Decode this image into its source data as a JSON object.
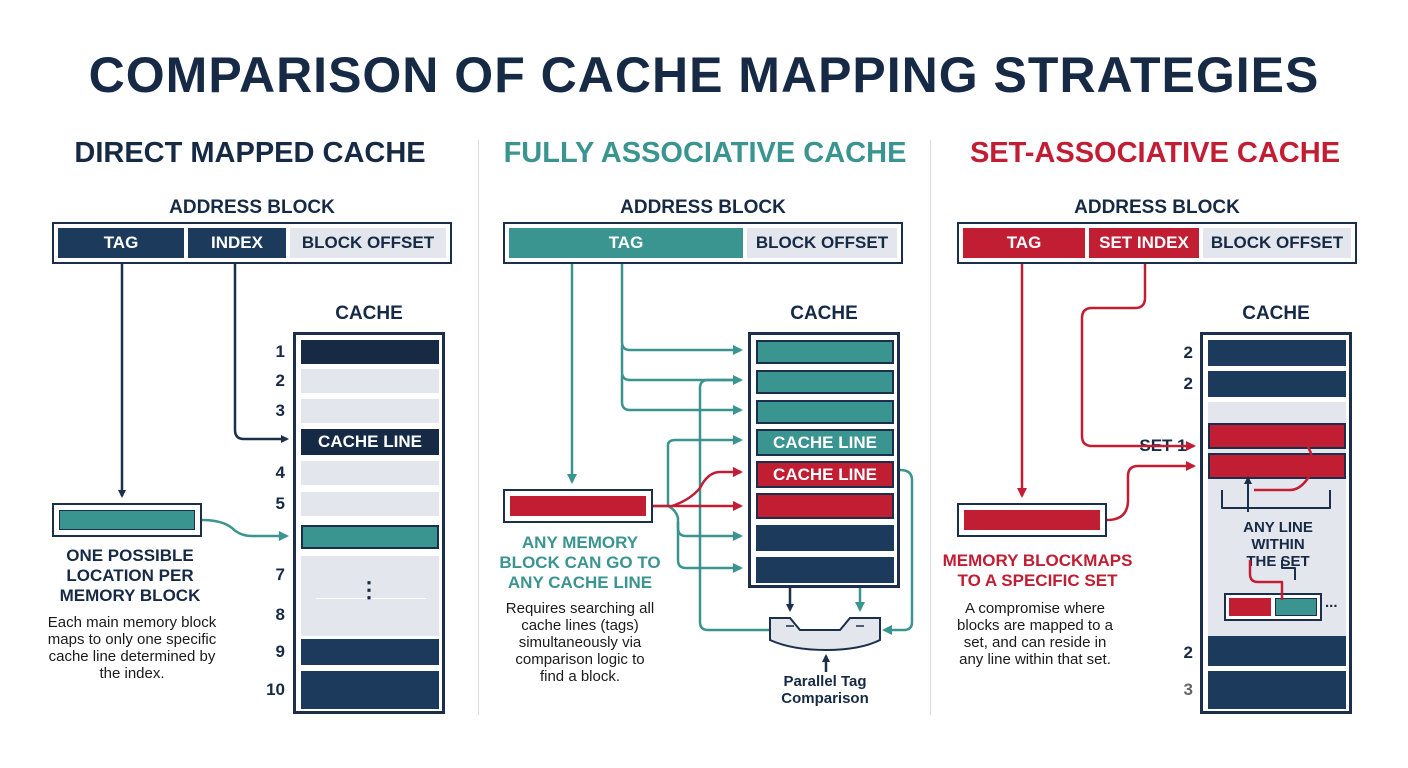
{
  "title": "COMPARISON OF CACHE MAPPING STRATEGIES",
  "colors": {
    "navy": "#1b3a5c",
    "teal": "#3a9490",
    "red": "#c11d33",
    "light": "#e3e6ec"
  },
  "direct": {
    "heading": "DIRECT MAPPED CACHE",
    "address_label": "ADDRESS BLOCK",
    "segments": [
      "TAG",
      "INDEX",
      "BLOCK OFFSET"
    ],
    "cache_label": "CACHE",
    "line_numbers": [
      "1",
      "2",
      "3",
      "4",
      "5",
      "7",
      "8",
      "9",
      "10"
    ],
    "cache_line_label": "CACHE LINE",
    "ellipsis": "⋮",
    "caption_lines": [
      "ONE POSSIBLE",
      "LOCATION PER",
      "MEMORY BLOCK"
    ],
    "description_lines": [
      "Each main memory block",
      "maps to only one specific",
      "cache line determined by",
      "the index."
    ]
  },
  "fully": {
    "heading": "FULLY ASSOCIATIVE CACHE",
    "address_label": "ADDRESS BLOCK",
    "segments": [
      "TAG",
      "BLOCK OFFSET"
    ],
    "cache_label": "CACHE",
    "cache_line_labels": [
      "CACHE LINE",
      "CACHE LINE"
    ],
    "caption_lines": [
      "ANY MEMORY",
      "BLOCK CAN GO TO",
      "ANY CACHE LINE"
    ],
    "description_lines": [
      "Requires searching all",
      "cache lines (tags)",
      "simultaneously via",
      "comparison logic to",
      "find a block."
    ],
    "comparator_label_lines": [
      "Parallel Tag",
      "Comparison"
    ]
  },
  "set": {
    "heading": "SET-ASSOCIATIVE CACHE",
    "address_label": "ADDRESS BLOCK",
    "segments": [
      "TAG",
      "SET INDEX",
      "BLOCK OFFSET"
    ],
    "cache_label": "CACHE",
    "set_numbers": [
      "2",
      "2",
      "2",
      "3"
    ],
    "set_label": "SET 1",
    "any_line_lines": [
      "ANY LINE",
      "WITHIN",
      "THE SET"
    ],
    "ellipsis": "...",
    "caption_lines": [
      "MEMORY BLOCKMAPS",
      "TO A SPECIFIC SET"
    ],
    "description_lines": [
      "A compromise where",
      "blocks are mapped to a",
      "set, and can reside in",
      "any line within that set."
    ]
  }
}
